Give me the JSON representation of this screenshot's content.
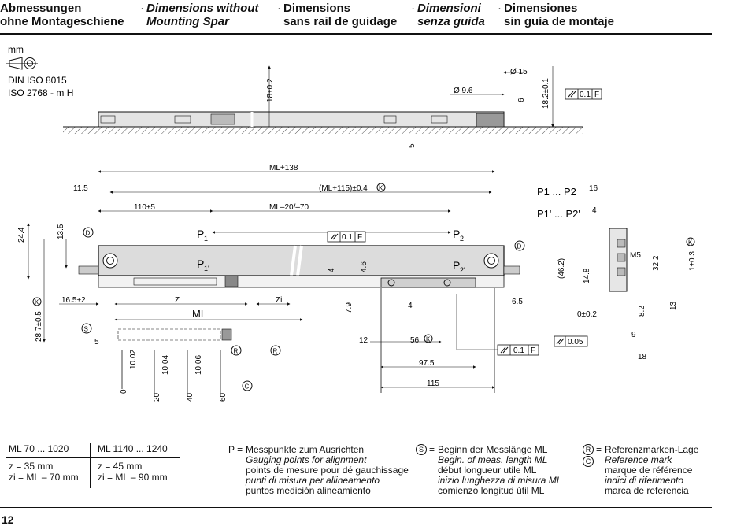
{
  "header": {
    "de": [
      "Abmessungen",
      "ohne Montageschiene"
    ],
    "en": [
      "Dimensions without",
      "Mounting Spar"
    ],
    "fr": [
      "Dimensions",
      "sans rail de guidage"
    ],
    "it": [
      "Dimensioni",
      "senza guida"
    ],
    "es": [
      "Dimensiones",
      "sin guía de montaje"
    ],
    "separator": "·"
  },
  "tolerance_block": {
    "unit": "mm",
    "standard_1": "DIN ISO 8015",
    "standard_2": "ISO 2768 - m H"
  },
  "dimensions": {
    "d_18_02": "18±0.2",
    "d_18_2_01": "18.2±0.1",
    "d_dia15": "Ø 15",
    "d_dia96": "Ø 9.6",
    "d_6": "6",
    "d_5": "5",
    "d_ml138": "ML+138",
    "d_11_5": "11.5",
    "d_ml115": "(ML+115)±0.4",
    "d_110_5": "110±5",
    "d_ml20_70": "ML–20/–70",
    "d_24_4": "24.4",
    "d_13_5": "13.5",
    "d_16_5_2": "16.5±2",
    "d_z": "Z",
    "d_zi": "Zi",
    "d_ml": "ML",
    "d_28_7": "28.7±0.5",
    "d_5b": "5",
    "d_10_02": "10.02",
    "d_10_04": "10.04",
    "d_10_06": "10.06",
    "d_0": "0",
    "d_20": "20",
    "d_40": "40",
    "d_60": "60",
    "d_4a": "4",
    "d_4_6": "4.6",
    "d_7_9": "7.9",
    "d_4b": "4",
    "d_12": "12",
    "d_56": "56",
    "d_97_5": "97.5",
    "d_115": "115",
    "d_6_5": "6.5",
    "d_16": "16",
    "d_4c": "4",
    "d_46_2": "(46.2)",
    "d_14_8": "14.8",
    "d_m5": "M5",
    "d_32_2": "32.2",
    "d_1_03": "1±0.3",
    "d_0_02": "0±0.2",
    "d_8_2": "8.2",
    "d_13": "13",
    "d_9": "9",
    "d_18": "18",
    "d_0_05": "0.05",
    "d_0_1": "0.1",
    "label_p1": "P",
    "label_p2": "P",
    "label_p1p2": "P1 ... P2",
    "label_p1p2b": "P1' ... P2'",
    "flat_f": "F",
    "circ_k": "K",
    "circ_d": "D",
    "circ_s": "S",
    "circ_r": "R",
    "circ_c": "C"
  },
  "legend": {
    "table": {
      "col1_header": "ML  70 ... 1020",
      "col2_header": "ML 1140 ... 1240",
      "col1_z": "z = 35 mm",
      "col2_z": "z = 45 mm",
      "col1_zi": "zi = ML – 70 mm",
      "col2_zi": "zi = ML – 90 mm"
    },
    "p": {
      "key": "P =",
      "de": "Messpunkte zum Ausrichten",
      "en": "Gauging points for alignment",
      "fr": "points de mesure pour dé gauchissage",
      "it": "punti di misura per allineamento",
      "es": "puntos medición alineamiento"
    },
    "s": {
      "key": "S",
      "eq": "=",
      "de": "Beginn der Messlänge ML",
      "en": "Begin. of meas. length ML",
      "fr": "début longueur utile ML",
      "it": "inizio lunghezza di misura ML",
      "es": "comienzo longitud útil ML"
    },
    "r": {
      "key_r": "R",
      "key_c": "C",
      "eq": "=",
      "de": "Referenzmarken-Lage",
      "en": "Reference mark",
      "fr": "marque de référence",
      "it": "indici di riferimento",
      "es": "marca de referencia"
    }
  },
  "page_number": "12"
}
